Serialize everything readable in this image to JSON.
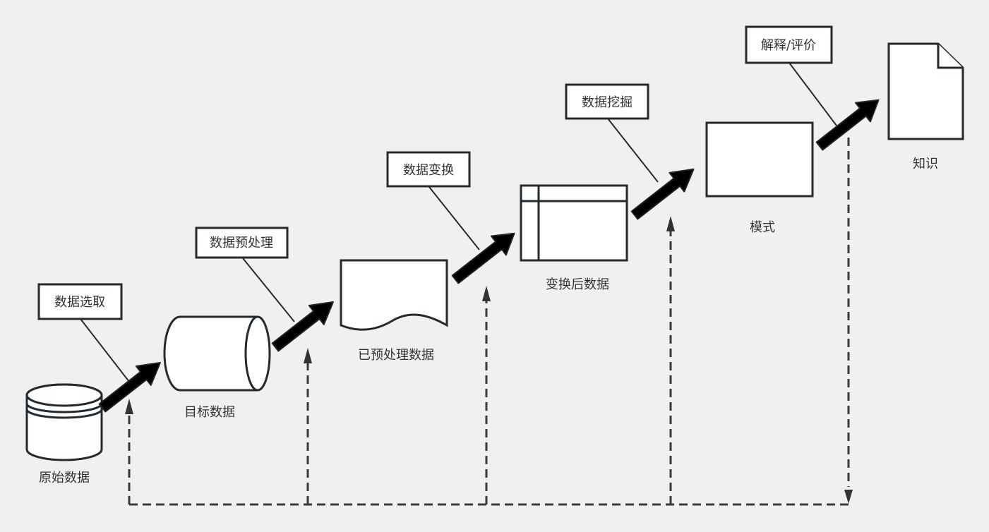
{
  "diagram": {
    "title": "KDD process",
    "nodes": [
      {
        "id": "raw",
        "label": "原始数据",
        "shape": "database-cylinder"
      },
      {
        "id": "target",
        "label": "目标数据",
        "shape": "horizontal-cylinder"
      },
      {
        "id": "preprocessed",
        "label": "已预处理数据",
        "shape": "document"
      },
      {
        "id": "transformed",
        "label": "变换后数据",
        "shape": "internal-storage"
      },
      {
        "id": "patterns",
        "label": "模式",
        "shape": "rectangle"
      },
      {
        "id": "knowledge",
        "label": "知识",
        "shape": "page-folded"
      }
    ],
    "steps": [
      {
        "label": "数据选取",
        "from": "raw",
        "to": "target"
      },
      {
        "label": "数据预处理",
        "from": "target",
        "to": "preprocessed"
      },
      {
        "label": "数据变换",
        "from": "preprocessed",
        "to": "transformed"
      },
      {
        "label": "数据挖掘",
        "from": "transformed",
        "to": "patterns"
      },
      {
        "label": "解释/评价",
        "from": "patterns",
        "to": "knowledge"
      }
    ],
    "feedback": "dashed loop from interpretation back to every step",
    "colors": {
      "background": "#f0f0f0",
      "stroke": "#232a30",
      "fill": "#ffffff",
      "arrow": "#000000"
    }
  }
}
